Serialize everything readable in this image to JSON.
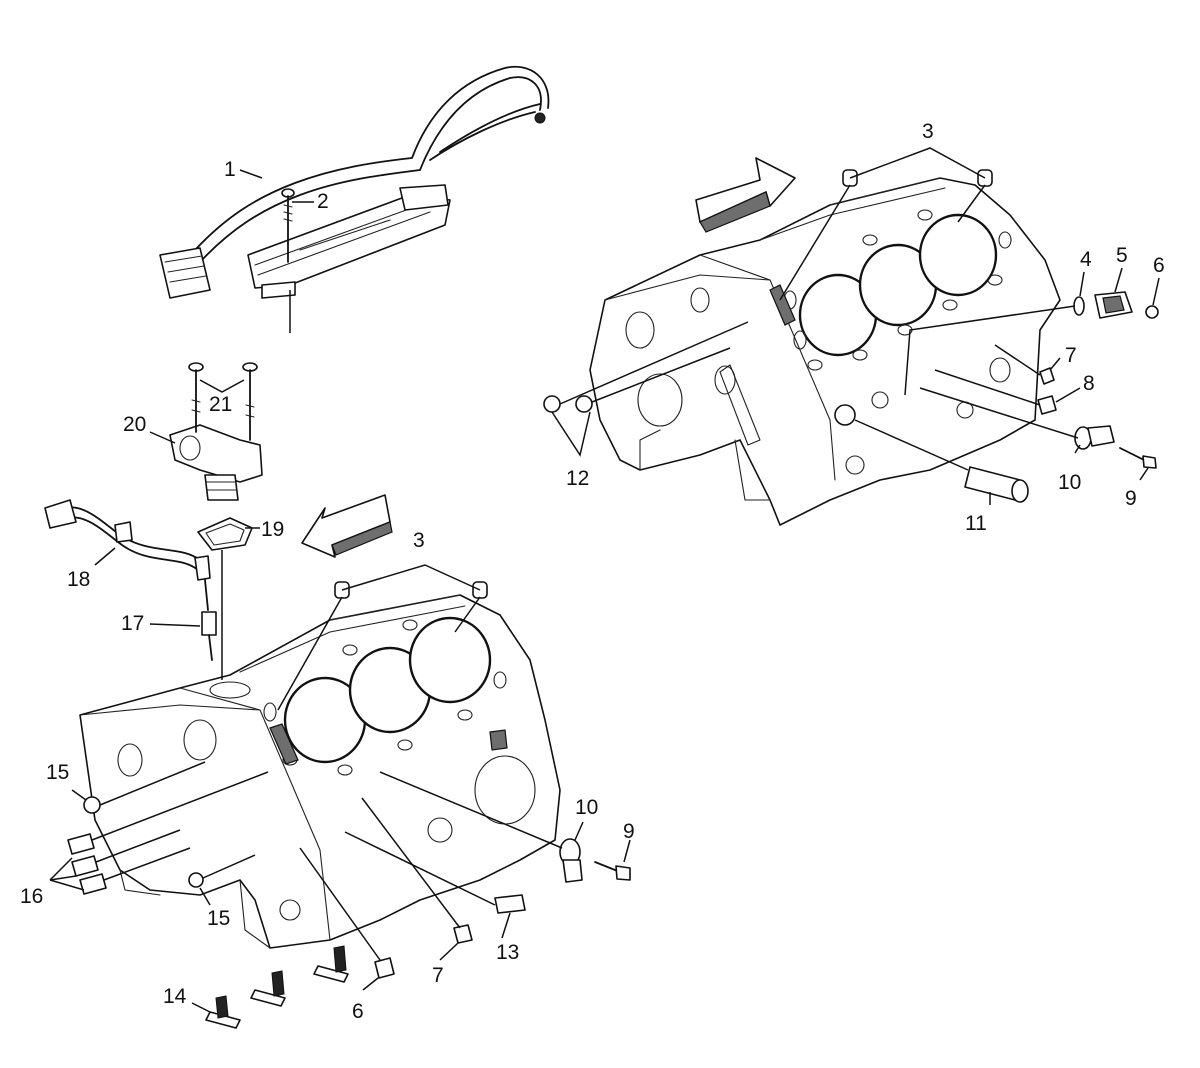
{
  "labels": {
    "c1": "1",
    "c2": "2",
    "c3a": "3",
    "c3b": "3",
    "c4": "4",
    "c5": "5",
    "c6": "6",
    "c6b": "6",
    "c7a": "7",
    "c7b": "7",
    "c8": "8",
    "c9a": "9",
    "c9b": "9",
    "c10a": "10",
    "c10b": "10",
    "c11": "11",
    "c12": "12",
    "c13": "13",
    "c14": "14",
    "c15a": "15",
    "c15b": "15",
    "c16": "16",
    "c17": "17",
    "c18": "18",
    "c19": "19",
    "c20": "20",
    "c21": "21"
  },
  "icons": {
    "direction_arrow_front": "hollow-arrow-right-icon",
    "direction_arrow_rear": "hollow-arrow-left-icon"
  },
  "colors": {
    "line": "#111111",
    "shading": "#6e6e6e",
    "background": "#ffffff"
  }
}
